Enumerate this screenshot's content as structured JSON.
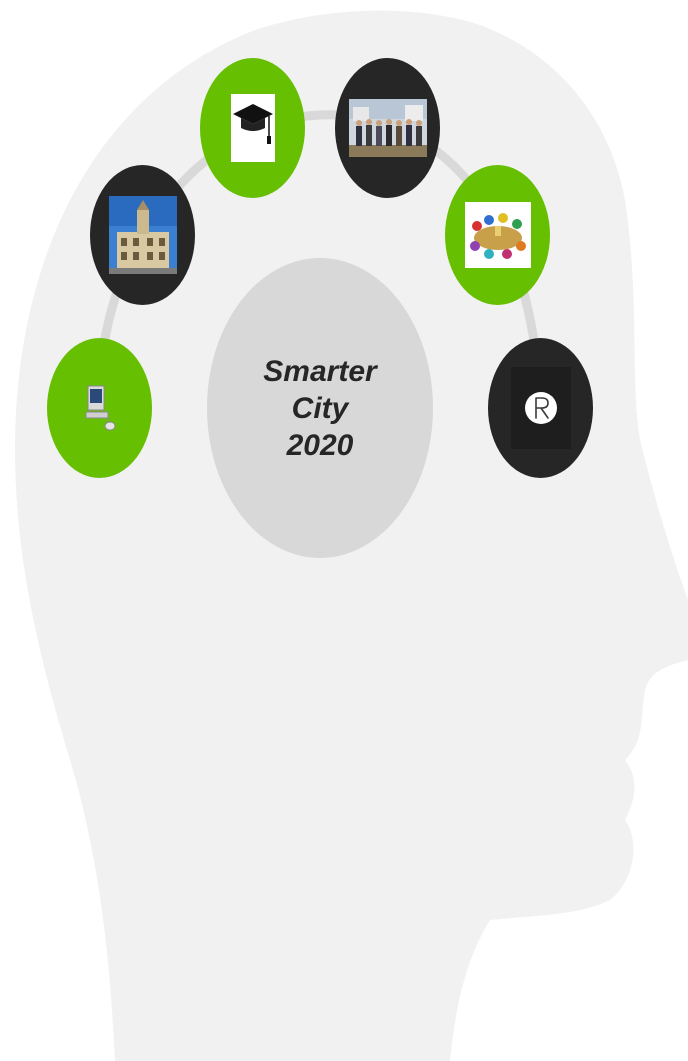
{
  "center": {
    "lines": [
      "Smarter",
      "City",
      "2020"
    ]
  },
  "colors": {
    "head": "#f1f1f1",
    "arc": "#d9d9d9",
    "center": "#d8d8d8",
    "green": "#66bf00",
    "dark": "#262626"
  },
  "nodes": [
    {
      "name": "computer-node",
      "color": "green",
      "icon": "computer-icon"
    },
    {
      "name": "town-hall-node",
      "color": "dark",
      "icon": "town-hall-photo"
    },
    {
      "name": "graduation-node",
      "color": "green",
      "icon": "graduation-cap-icon"
    },
    {
      "name": "group-photo-node",
      "color": "dark",
      "icon": "group-photo"
    },
    {
      "name": "meeting-node",
      "color": "green",
      "icon": "meeting-table-icon"
    },
    {
      "name": "logo-node",
      "color": "dark",
      "icon": "r-logo-icon"
    }
  ]
}
